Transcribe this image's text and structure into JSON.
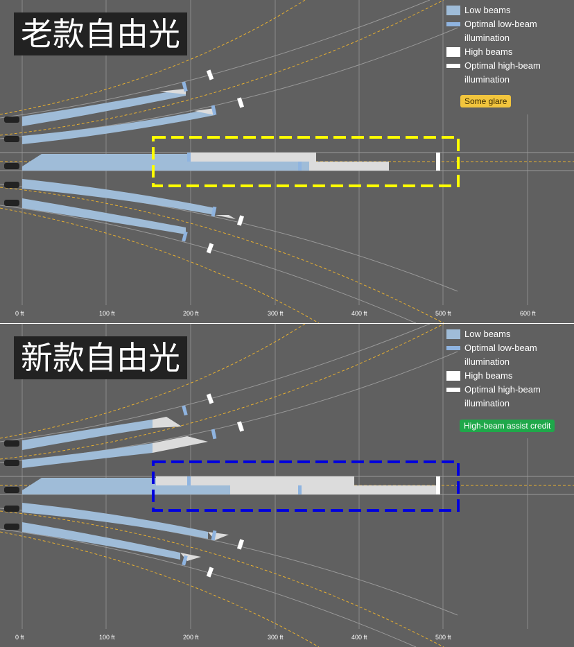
{
  "panel_old": {
    "title": "老款自由光",
    "badge": "Some glare",
    "highlight_color": "#ffff00"
  },
  "panel_new": {
    "title": "新款自由光",
    "badge": "High-beam assist credit",
    "highlight_color": "#0000dd"
  },
  "legend": {
    "low_beams": "Low beams",
    "optimal_low_line1": "Optimal low-beam",
    "optimal_low_line2": "illumination",
    "high_beams": "High beams",
    "optimal_high_line1": "Optimal high-beam",
    "optimal_high_line2": "illumination"
  },
  "axis": {
    "ticks": [
      "0 ft",
      "100 ft",
      "200 ft",
      "300 ft",
      "400 ft",
      "500 ft",
      "600 ft"
    ]
  },
  "colors": {
    "background": "#606060",
    "low_beam": "#9fbcd8",
    "optimal_low": "#8fb4e0",
    "high_beam": "#dcdcdc",
    "optimal_high": "#ffffff",
    "glare_badge": "#f2c53d",
    "credit_badge": "#1fa84a"
  }
}
